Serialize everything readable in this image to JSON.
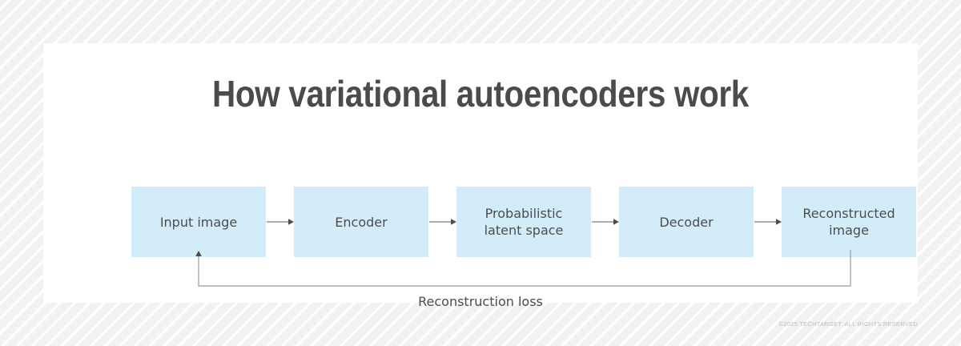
{
  "graphic": {
    "title": "How variational autoencoders work",
    "type": "flow-diagram",
    "colors": {
      "box_fill": "#d3ecfa",
      "box_text": "#4d4d4d",
      "title_text": "#4b4b4b",
      "connector": "#7a7a7a",
      "card_background": "#ffffff",
      "page_background": "#f2f2f2",
      "copyright_text": "#bcbcbc"
    },
    "nodes": [
      {
        "id": "input-image",
        "label": "Input image"
      },
      {
        "id": "encoder",
        "label": "Encoder"
      },
      {
        "id": "latent-space",
        "label_line1": "Probabilistic",
        "label_line2": "latent space"
      },
      {
        "id": "decoder",
        "label": "Decoder"
      },
      {
        "id": "reconstructed-image",
        "label_line1": "Reconstructed",
        "label_line2": "image"
      }
    ],
    "connectors": [
      {
        "from": "input-image",
        "to": "encoder",
        "style": "arrow-right"
      },
      {
        "from": "encoder",
        "to": "latent-space",
        "style": "arrow-right"
      },
      {
        "from": "latent-space",
        "to": "decoder",
        "style": "arrow-right"
      },
      {
        "from": "decoder",
        "to": "reconstructed-image",
        "style": "arrow-right"
      }
    ],
    "feedback": {
      "from": "reconstructed-image",
      "to": "input-image",
      "label": "Reconstruction loss",
      "style": "arrow-up"
    },
    "copyright": "©2025 TECHTARGET. ALL RIGHTS RESERVED"
  }
}
